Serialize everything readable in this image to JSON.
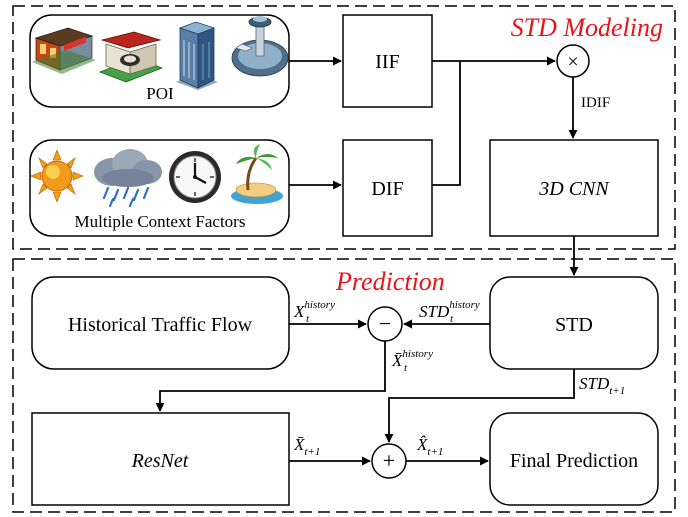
{
  "sections": {
    "std_modeling": "STD Modeling",
    "prediction": "Prediction"
  },
  "inputs": {
    "poi": {
      "label": "POI",
      "icons": [
        "restaurant-icon",
        "gas-station-icon",
        "office-building-icon",
        "airport-icon"
      ]
    },
    "context": {
      "label": "Multiple Context Factors",
      "icons": [
        "sun-icon",
        "rain-cloud-icon",
        "clock-icon",
        "island-holiday-icon"
      ]
    }
  },
  "blocks": {
    "iif": "IIF",
    "dif": "DIF",
    "cnn": "3D CNN",
    "historical": "Historical Traffic Flow",
    "std": "STD",
    "resnet": "ResNet",
    "final": "Final Prediction"
  },
  "operators": {
    "multiply": "×",
    "minus": "−",
    "plus": "+"
  },
  "edge_labels": {
    "idif": "IDIF",
    "x_history": {
      "base": "X",
      "sub": "t",
      "sup": "history"
    },
    "std_history": {
      "base": "STD",
      "sub": "t",
      "sup": "history"
    },
    "xbar_history": {
      "base": "X̄",
      "sub": "t",
      "sup": "history"
    },
    "std_next": {
      "base": "STD",
      "sub": "t+1"
    },
    "xbar_next": {
      "base": "X̄",
      "sub": "t+1"
    },
    "xhat_next": {
      "base": "X̂",
      "sub": "t+1"
    }
  },
  "colors": {
    "section_title": "#e8141c",
    "line": "#000000"
  }
}
